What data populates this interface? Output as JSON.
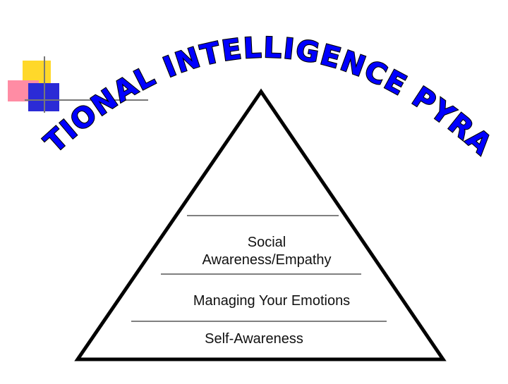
{
  "slide": {
    "title": "EMOTIONAL INTELLIGENCE PYRAMID",
    "colors": {
      "title_fill": "#0000ff",
      "title_outline": "#000000",
      "yellow": "#ffd82a",
      "pink": "#ff8ca4",
      "blue": "#2b2bd6",
      "line": "#000000"
    }
  },
  "pyramid": {
    "levels": [
      {
        "line1": "Social",
        "line2": "Awareness/Empathy"
      },
      {
        "line1": "Managing Your Emotions"
      },
      {
        "line1": "Self-Awareness"
      }
    ]
  }
}
